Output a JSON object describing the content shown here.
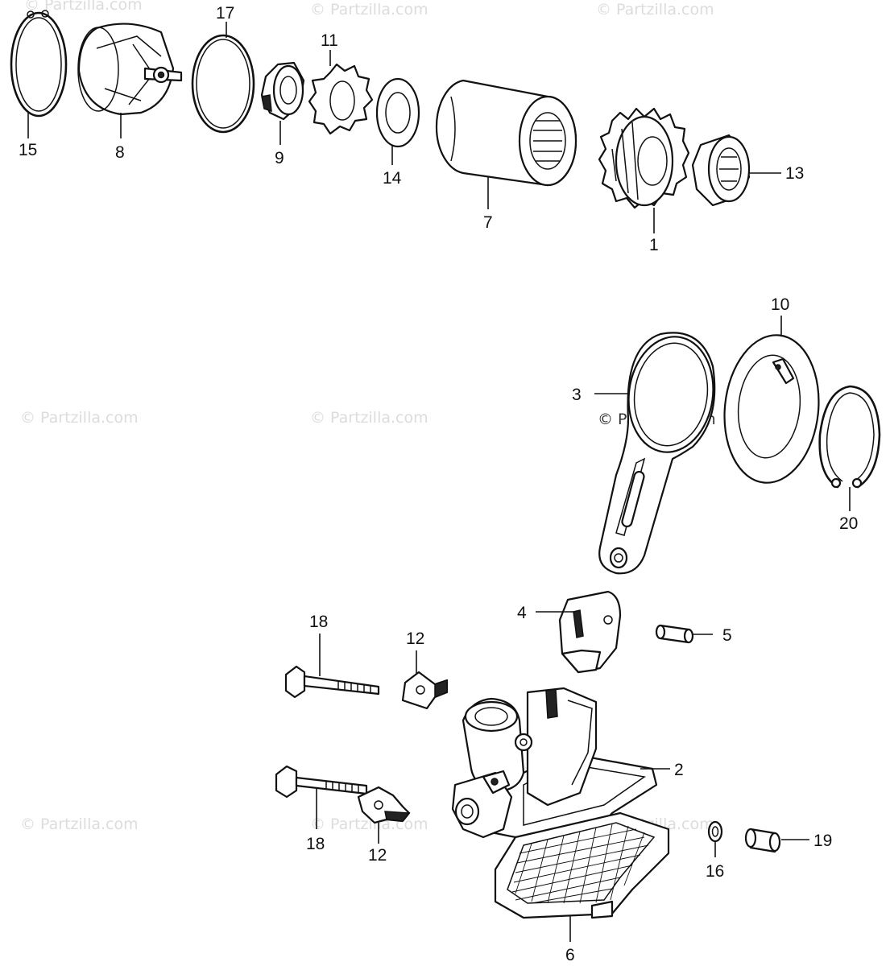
{
  "watermark": {
    "text": "© Partzilla.com"
  },
  "callouts": {
    "p1": "1",
    "p2": "2",
    "p3": "3",
    "p4": "4",
    "p5": "5",
    "p6": "6",
    "p7": "7",
    "p8": "8",
    "p9": "9",
    "p10": "10",
    "p11": "11",
    "p12a": "12",
    "p12b": "12",
    "p13": "13",
    "p14": "14",
    "p15": "15",
    "p16": "16",
    "p17": "17",
    "p18a": "18",
    "p18b": "18",
    "p19": "19",
    "p20": "20"
  }
}
